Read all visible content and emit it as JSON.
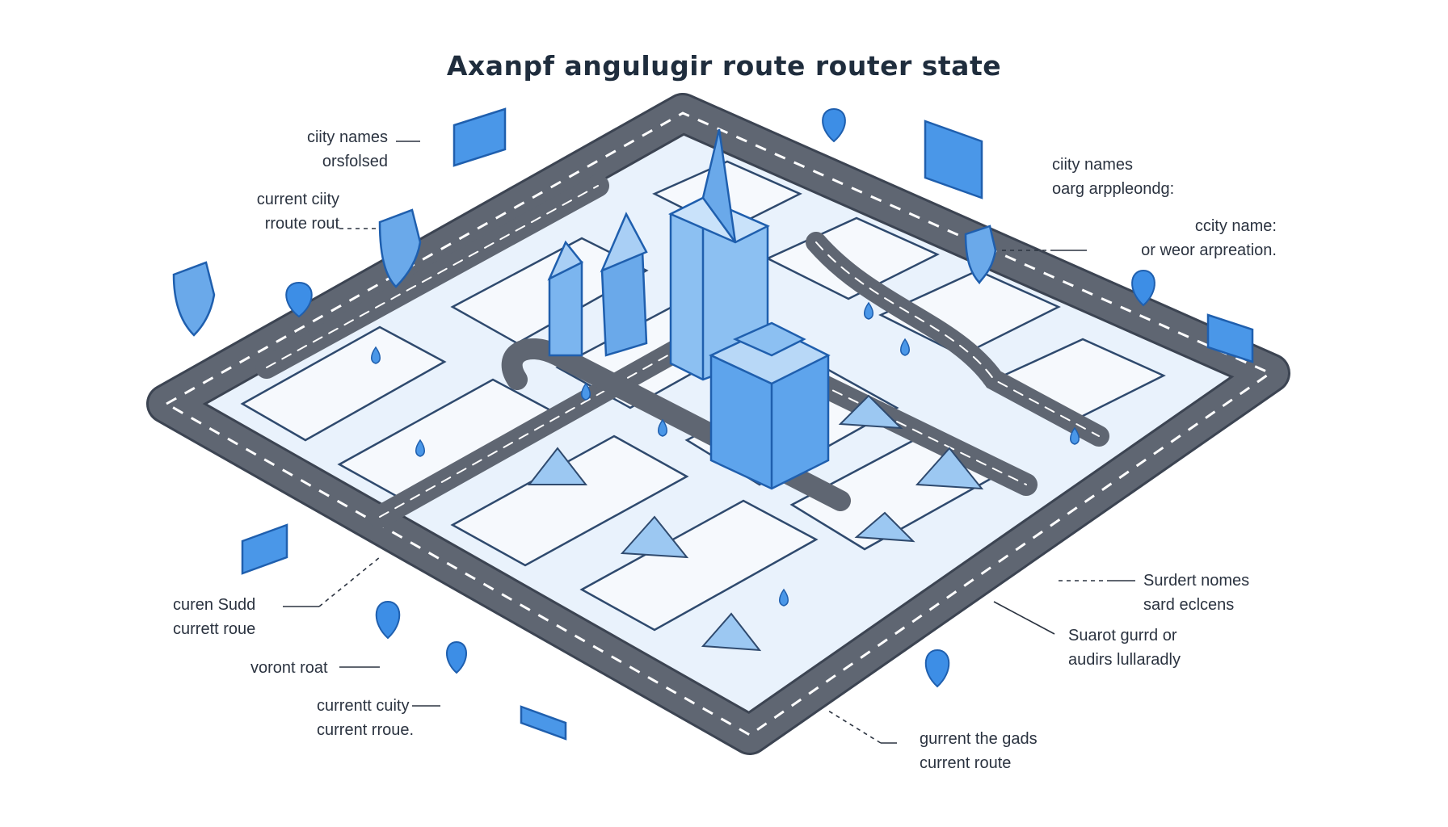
{
  "title": "Axanpf angulugir route router state",
  "colors": {
    "road": "#5f6672",
    "road_edge": "#3c4452",
    "block": "#f4f8fd",
    "accent": "#3d8ee6",
    "accent_dark": "#1f5fae",
    "outline": "#2f4a6e"
  },
  "labels": {
    "l1": {
      "line1": "ciity names",
      "line2": "orsfolsed"
    },
    "l2": {
      "line1": "current ciity",
      "line2": "rroute rout"
    },
    "l3": {
      "line1": "curen Sudd",
      "line2": "currett roue"
    },
    "l4": {
      "line1": "voront roat"
    },
    "l5": {
      "line1": "currentt cuity",
      "line2": "current rroue."
    },
    "r1": {
      "line1": "ciity names",
      "line2": "oarg arppleondg:"
    },
    "r2": {
      "line1": "ccity name:",
      "line2": "or weor arpreation."
    },
    "r3": {
      "line1": "Surdert nomes",
      "line2": "sard eclcens"
    },
    "r4": {
      "line1": "Suarot gurrd or",
      "line2": "audirs lullaradly"
    },
    "r5": {
      "line1": "gurrent the gads",
      "line2": "current route"
    }
  }
}
